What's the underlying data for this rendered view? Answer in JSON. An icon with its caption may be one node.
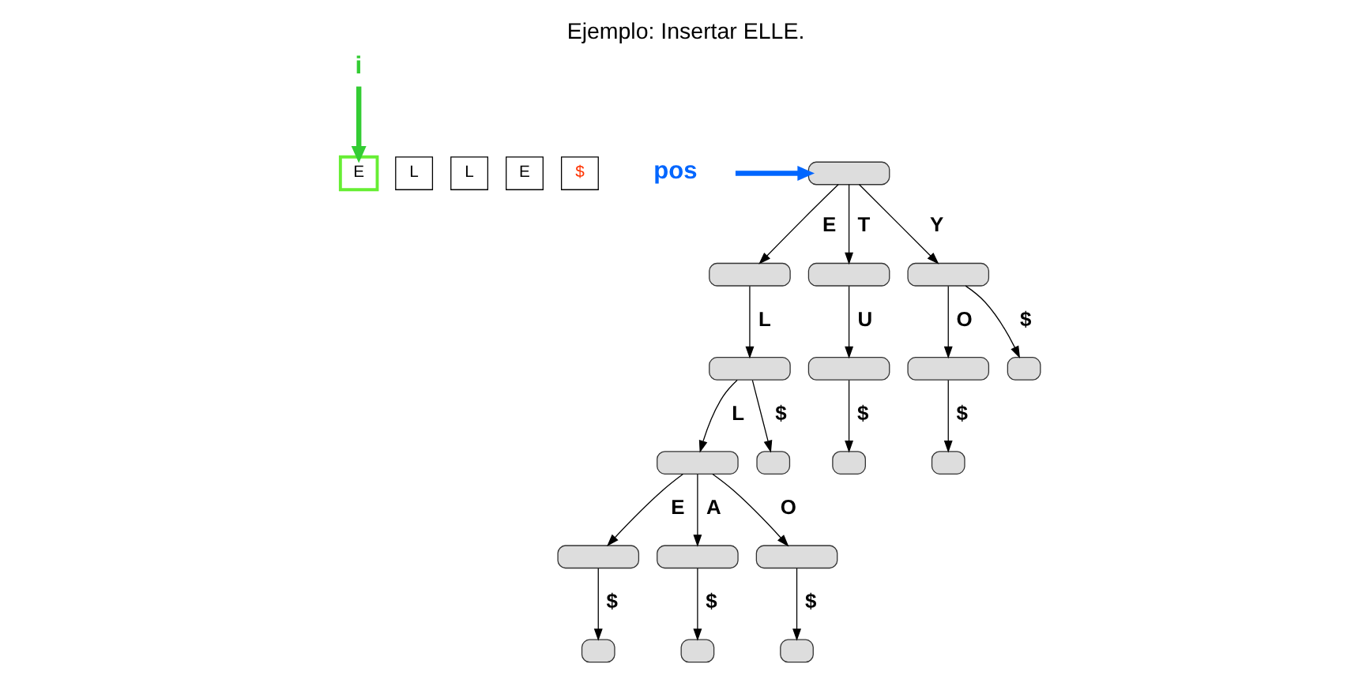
{
  "diagram": {
    "title": "Ejemplo: Insertar ELLE.",
    "nodes": [
      {
        "text": [
          "E"
        ]
      },
      {
        "text": [
          "L"
        ]
      },
      {
        "text": [
          "L"
        ]
      },
      {
        "text": [
          "E"
        ]
      },
      {
        "text": [
          "$"
        ]
      },
      {
        "text": [
          "i"
        ]
      },
      {
        "text": [
          "pos"
        ]
      },
      {
        "text": [],
        "shape": "box"
      },
      {
        "text": [],
        "shape": "box"
      },
      {
        "text": [],
        "shape": "box"
      },
      {
        "text": [],
        "shape": "box"
      },
      {
        "text": [],
        "shape": "box"
      },
      {
        "text": [],
        "shape": "box"
      },
      {
        "text": [],
        "shape": "box"
      },
      {
        "text": [],
        "shape": "box"
      },
      {
        "text": [],
        "shape": "box"
      },
      {
        "text": [],
        "shape": "box"
      },
      {
        "text": [],
        "shape": "box"
      },
      {
        "text": [],
        "shape": "box"
      },
      {
        "text": [],
        "shape": "box"
      },
      {
        "text": [],
        "shape": "box"
      },
      {
        "text": [],
        "shape": "box"
      },
      {
        "text": [],
        "shape": "box"
      },
      {
        "text": [],
        "shape": "box"
      },
      {
        "text": [],
        "shape": "box"
      }
    ],
    "edges": [
      {
        "from": 5,
        "to": 0,
        "arrow": "to",
        "style": "thick",
        "color": "#33cc33"
      },
      {
        "from": 6,
        "to": 7,
        "arrow": "to",
        "style": "thick",
        "color": "#0066ff"
      },
      {
        "from": 7,
        "to": 8,
        "arrow": "to",
        "label": "E"
      },
      {
        "from": 7,
        "to": 9,
        "arrow": "to",
        "label": "T"
      },
      {
        "from": 7,
        "to": 10,
        "arrow": "to",
        "label": "Y"
      },
      {
        "from": 8,
        "to": 11,
        "arrow": "to",
        "label": "L"
      },
      {
        "from": 9,
        "to": 12,
        "arrow": "to",
        "label": "U"
      },
      {
        "from": 10,
        "to": 13,
        "arrow": "to",
        "label": "O"
      },
      {
        "from": 10,
        "to": 14,
        "arrow": "to",
        "label": "$"
      },
      {
        "from": 11,
        "to": 15,
        "arrow": "to",
        "label": "L"
      },
      {
        "from": 11,
        "to": 16,
        "arrow": "to",
        "label": "$"
      },
      {
        "from": 12,
        "to": 17,
        "arrow": "to",
        "label": "$"
      },
      {
        "from": 13,
        "to": 18,
        "arrow": "to",
        "label": "$"
      },
      {
        "from": 15,
        "to": 19,
        "arrow": "to",
        "label": "E"
      },
      {
        "from": 15,
        "to": 20,
        "arrow": "to",
        "label": "A"
      },
      {
        "from": 15,
        "to": 21,
        "arrow": "to",
        "label": "O"
      },
      {
        "from": 19,
        "to": 22,
        "arrow": "to",
        "label": "$"
      },
      {
        "from": 20,
        "to": 23,
        "arrow": "to",
        "label": "$"
      },
      {
        "from": 21,
        "to": 24,
        "arrow": "to",
        "label": "$"
      }
    ]
  }
}
